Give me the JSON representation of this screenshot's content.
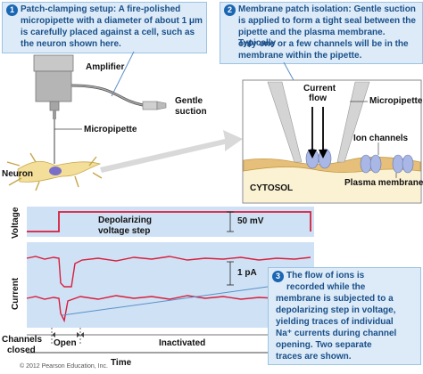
{
  "callouts": {
    "step1": {
      "number": "1",
      "text_lines": [
        "Patch-clamping setup: A fire-polished",
        "micropipette with a diameter of about 1 μm",
        "is carefully placed against a cell, such as",
        "the neuron shown here."
      ]
    },
    "step2": {
      "number": "2",
      "text_lines": [
        "Membrane patch isolation: Gentle suction",
        "is applied to form a tight seal between the",
        "pipette and the plasma membrane. Typically",
        "only one or a few channels will be in the",
        "membrane within the pipette."
      ]
    },
    "step3": {
      "number": "3",
      "text_lines": [
        "The flow of ions is",
        "recorded while the",
        "membrane is subjected to a",
        "depolarizing step in voltage,",
        "yielding traces of individual",
        "Na⁺ currents during channel",
        "opening. Two separate",
        "traces are shown."
      ]
    }
  },
  "setup_labels": {
    "amplifier": "Amplifier",
    "gentle_suction": [
      "Gentle",
      "suction"
    ],
    "micropipette": "Micropipette",
    "neuron": "Neuron"
  },
  "zoom_labels": {
    "current_flow": [
      "Current",
      "flow"
    ],
    "micropipette": "Micropipette",
    "ion_channels": [
      "Ion channels"
    ],
    "cytosol": "CYTOSOL",
    "plasma_membrane": "Plasma membrane"
  },
  "voltage_panel": {
    "axis_label": "Voltage",
    "step_label": [
      "Depolarizing",
      "voltage step"
    ],
    "scale_label": "50 mV"
  },
  "current_panel": {
    "axis_label": "Current",
    "scale_label": "1 pA"
  },
  "state_labels": {
    "closed": [
      "Channels",
      "closed"
    ],
    "open": "Open",
    "inactivated": "Inactivated",
    "time": "Time"
  },
  "copyright": "© 2012 Pearson Education, Inc.",
  "colors": {
    "callout_bg": "#dcebf7",
    "callout_text": "#1a4f8a",
    "trace": "#d81e3c",
    "panel_bg": "#cfe2f5",
    "membrane": "#e6c07a",
    "channel": "#a9b7e6"
  }
}
